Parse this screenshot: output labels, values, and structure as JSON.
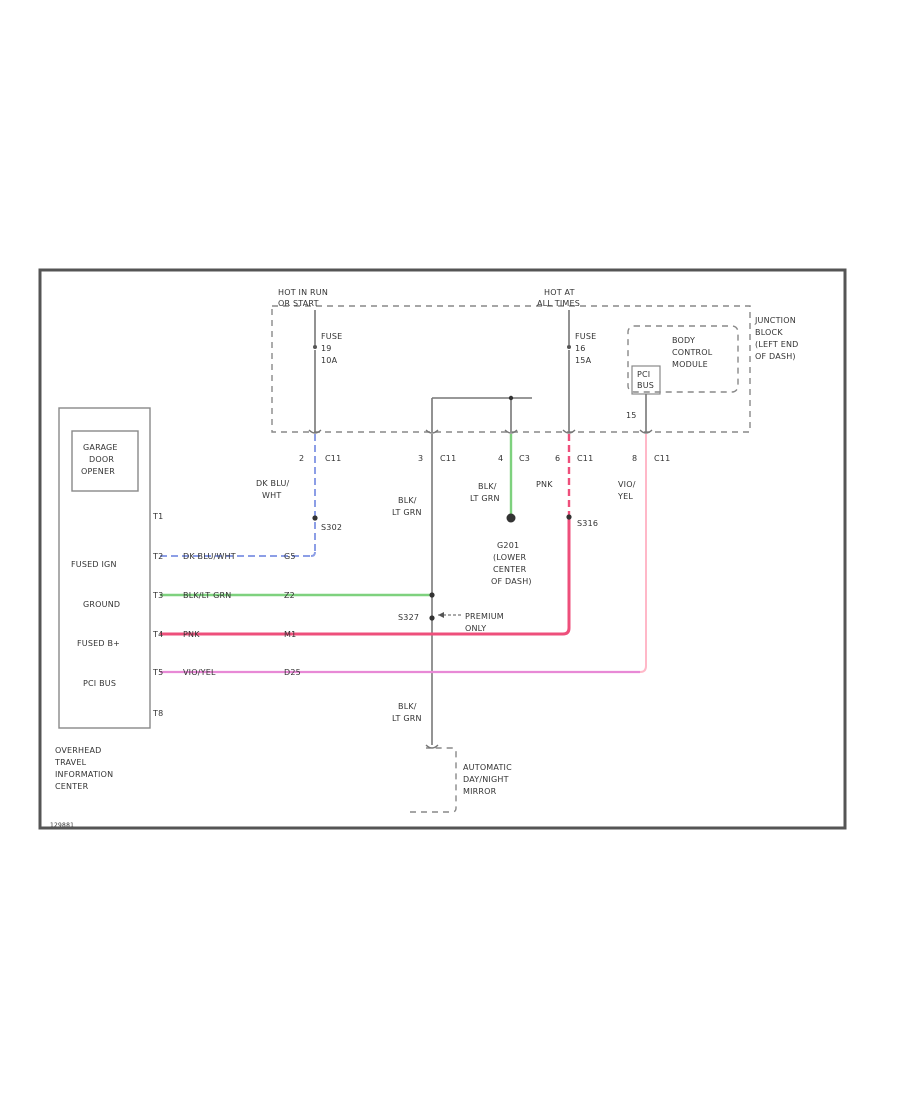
{
  "colors": {
    "frame": "#555555",
    "wire_black": "#7a7a7a",
    "wire_blue": "#8c9ee6",
    "wire_green": "#7ed17e",
    "wire_pink": "#ee4f7b",
    "wire_light_pink": "#ffb8c8",
    "wire_magenta": "#e889d6",
    "splice": "#333333"
  },
  "junction_block": {
    "label_lines": [
      "JUNCTION",
      "BLOCK",
      "(LEFT END",
      "OF DASH)"
    ],
    "hot_run_lines": [
      "HOT IN RUN",
      "OR START"
    ],
    "hot_all_lines": [
      "HOT AT",
      "ALL TIMES"
    ],
    "fuse_left_lines": [
      "FUSE",
      "19",
      "10A"
    ],
    "fuse_right_lines": [
      "FUSE",
      "16",
      "15A"
    ],
    "bcm_lines": [
      "BODY",
      "CONTROL",
      "MODULE"
    ],
    "pci_bus_lines": [
      "PCI",
      "BUS"
    ],
    "pin_15": "15"
  },
  "connectors": [
    {
      "pin": "2",
      "name": "C11"
    },
    {
      "pin": "3",
      "name": "C11"
    },
    {
      "pin": "4",
      "name": "C3"
    },
    {
      "pin": "6",
      "name": "C11"
    },
    {
      "pin": "8",
      "name": "C11"
    }
  ],
  "wire_labels": {
    "dk_blu_wht": [
      "DK BLU/",
      "WHT"
    ],
    "blk_lt_grn_1": [
      "BLK/",
      "LT GRN"
    ],
    "blk_lt_grn_2": [
      "BLK/",
      "LT GRN"
    ],
    "pnk": "PNK",
    "vio_yel": [
      "VIO/",
      "YEL"
    ],
    "blk_lt_grn_3": [
      "BLK/",
      "LT GRN"
    ]
  },
  "splices": {
    "s302": "S302",
    "s316": "S316",
    "s327": "S327",
    "premium_only": [
      "PREMIUM",
      "ONLY"
    ]
  },
  "ground": {
    "label_lines": [
      "G201",
      "(LOWER",
      "CENTER",
      "OF DASH)"
    ]
  },
  "module": {
    "gdo_lines": [
      "GARAGE",
      "DOOR",
      "OPENER"
    ],
    "pin_top": "T1",
    "pin_bottom": "T8",
    "pins": [
      {
        "label": "FUSED IGN",
        "pin": "T2",
        "wire": "DK BLU/WHT",
        "circuit": "G5"
      },
      {
        "label": "GROUND",
        "pin": "T3",
        "wire": "BLK/LT GRN",
        "circuit": "Z2"
      },
      {
        "label": "FUSED B+",
        "pin": "T4",
        "wire": "PNK",
        "circuit": "M1"
      },
      {
        "label": "PCI BUS",
        "pin": "T5",
        "wire": "VIO/YEL",
        "circuit": "D25"
      }
    ],
    "name_lines": [
      "OVERHEAD",
      "TRAVEL",
      "INFORMATION",
      "CENTER"
    ]
  },
  "mirror": {
    "label_lines": [
      "AUTOMATIC",
      "DAY/NIGHT",
      "MIRROR"
    ]
  },
  "figure_id": "129881"
}
